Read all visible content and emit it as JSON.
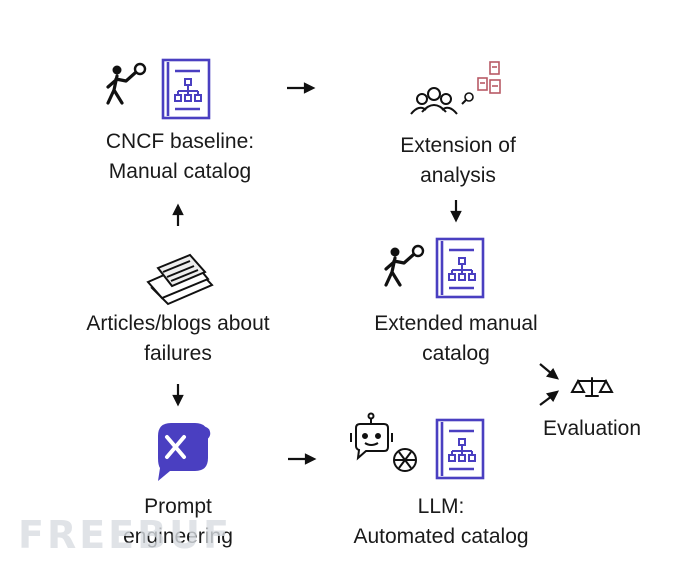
{
  "nodes": {
    "cncf": {
      "line1": "CNCF baseline:",
      "line2": "Manual catalog"
    },
    "extension": {
      "line1": "Extension of",
      "line2": "analysis"
    },
    "articles": {
      "line1": "Articles/blogs about",
      "line2": "failures"
    },
    "extended": {
      "line1": "Extended manual",
      "line2": "catalog"
    },
    "evaluation": {
      "line1": "Evaluation"
    },
    "prompt": {
      "line1": "Prompt",
      "line2": "engineering"
    },
    "llm": {
      "line1": "LLM:",
      "line2": "Automated catalog"
    }
  },
  "watermark": "FREEBUF",
  "colors": {
    "accent": "#4a3fc1",
    "icon": "#111111",
    "pink": "#b85a66"
  },
  "icons": [
    "person-magnifier-icon",
    "catalog-document-icon",
    "people-group-icon",
    "documents-search-icon",
    "newspaper-icon",
    "prompt-tools-icon",
    "robot-chat-icon",
    "openai-logo-icon",
    "balance-scale-icon"
  ]
}
